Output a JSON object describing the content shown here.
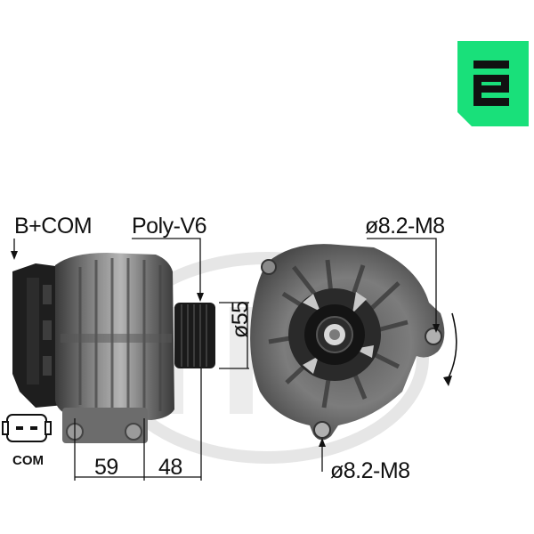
{
  "labels": {
    "connector": "B+COM",
    "pulley": "Poly-V6",
    "bolt_top": "ø8.2-M8",
    "bolt_bottom": "ø8.2-M8",
    "pulley_diameter": "ø55",
    "dim_left": "59",
    "dim_right": "48",
    "plug": "COM"
  },
  "colors": {
    "brand_green": "#19e07a",
    "line": "#111111",
    "watermark": "#e6e6e6"
  },
  "icons": {
    "brand_logo": "era-e-logo-icon",
    "watermark": "era-watermark-icon",
    "rotation": "rotation-arrow-icon"
  }
}
